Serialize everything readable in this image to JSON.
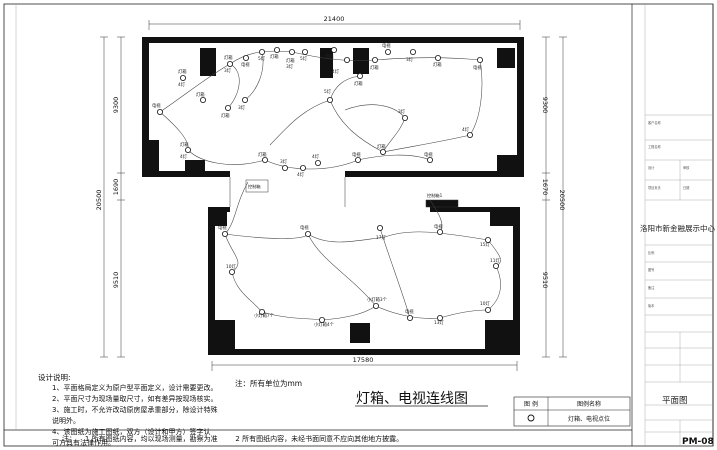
{
  "dimensions": {
    "top_width": "21400",
    "bottom_width": "17580",
    "left_upper": "9300",
    "left_mid": "1690",
    "left_total": "20500",
    "left_lower": "9510",
    "right_upper": "9300",
    "right_mid": "1670",
    "right_total": "20500",
    "right_lower": "9510"
  },
  "fixture_labels": {
    "lightbox": "灯箱",
    "lightbox_3": "3灯",
    "lightbox_4": "4灯",
    "lightbox_5": "5灯",
    "lightbox_10": "10灯",
    "lightbox_11": "11灯",
    "lightbox_13": "13灯",
    "lightbox_15": "15灯",
    "lightbox_17": "17灯",
    "tv": "电视",
    "small_lightbox_7": "小灯箱7个",
    "small_lightbox_4": "小灯箱4个",
    "small_lightbox_3": "小灯箱3个",
    "control_box": "控制箱",
    "control_box_2": "控制箱1"
  },
  "notes": {
    "heading": "设计说明:",
    "items": [
      "1、平面格局定义为原户型平面定义，设计需要更改。",
      "2、平面尺寸为现场量取尺寸，如有差异按现场核实。",
      "3、施工时，不允许改动原房屋承重部分，除设计特殊",
      "    说明外。",
      "4、该图纸为施工图纸，双方（设计和甲方）签字认",
      "    可方具有法律作用。"
    ]
  },
  "unit_note": "注：所有单位为mm",
  "drawing_title": "灯箱、电视连线图",
  "legend": {
    "col_symbol": "图 例",
    "col_name": "图例名称",
    "item_name": "灯箱、电视点位"
  },
  "bottom_note": {
    "prefix": "注：",
    "item1": "1 所有图纸内容，均以现场测量，勘察为准",
    "item2": "2 所有图纸内容，未经书面同意不应向其他地方披露。"
  },
  "title_block": {
    "project_name": "洛阳市新金融展示中心",
    "drawing_name": "平面图",
    "sheet_no": "PM-08",
    "fields": [
      "客户名称",
      "工程名称",
      "设计",
      "审核",
      "项目负责",
      "日期",
      "比例",
      "图号",
      "备注",
      "版本"
    ]
  }
}
